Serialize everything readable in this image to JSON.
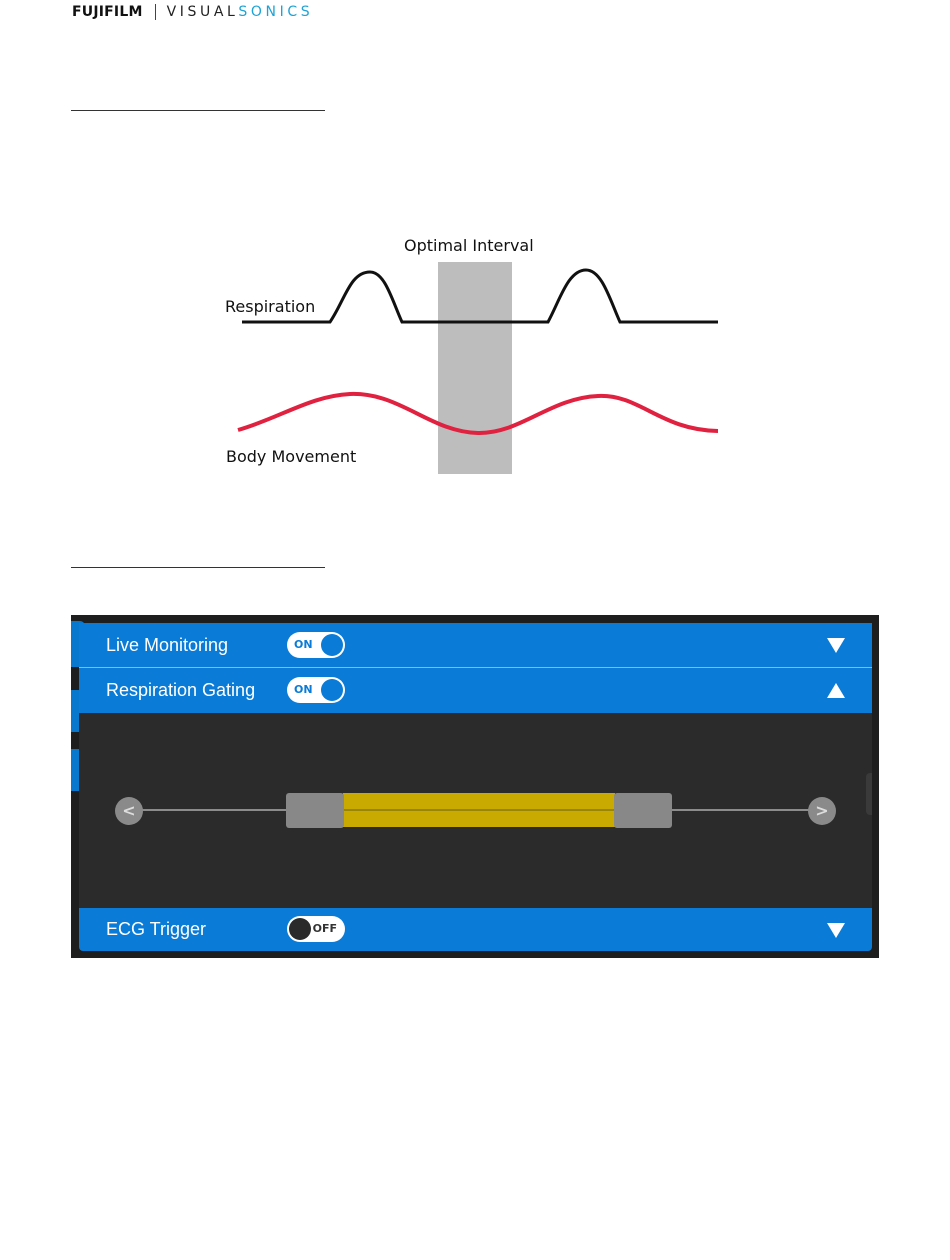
{
  "logo": {
    "brand": "FUJIFILM",
    "product_part1": "VISUAL",
    "product_part2": "SONICS"
  },
  "diagram": {
    "interval_label": "Optimal Interval",
    "respiration_label": "Respiration",
    "body_movement_label": "Body Movement",
    "colors": {
      "respiration": "#111111",
      "body_movement": "#e0213f",
      "interval": "#bdbdbd"
    }
  },
  "panel": {
    "sections": [
      {
        "label": "Live Monitoring",
        "toggle": "ON",
        "expanded": false
      },
      {
        "label": "Respiration Gating",
        "toggle": "ON",
        "expanded": true
      },
      {
        "label": "ECG Trigger",
        "toggle": "OFF",
        "expanded": false
      }
    ],
    "slider": {
      "prev_glyph": "<",
      "next_glyph": ">"
    },
    "colors": {
      "header": "#0a7bd6",
      "range": "#c9aa00",
      "body": "#2b2b2b"
    }
  }
}
